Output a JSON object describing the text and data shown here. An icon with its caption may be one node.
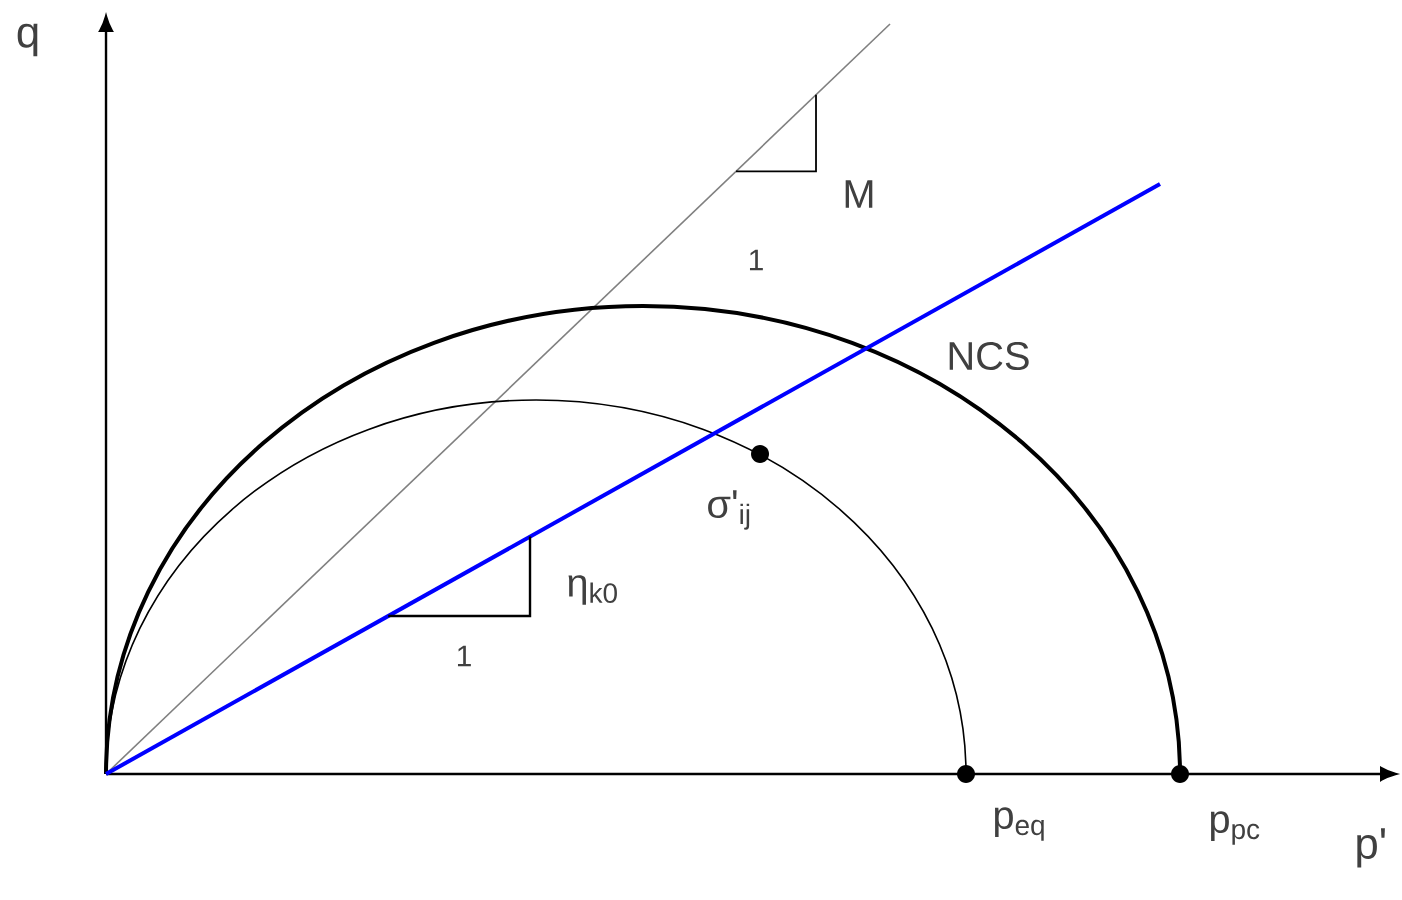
{
  "diagram": {
    "labels": [
      "q",
      "M",
      "1",
      "NCS",
      "σ'$_{ij}$",
      "η$_{k0}$",
      "1",
      "p$_{eq}$",
      "p$_{pc}$",
      "p'"
    ]
  }
}
